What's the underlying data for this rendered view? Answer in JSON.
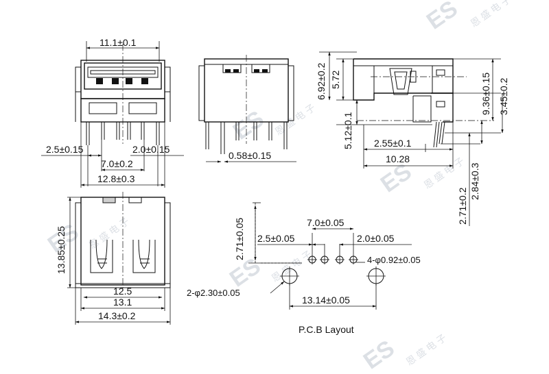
{
  "watermark": {
    "brand": "ES",
    "chinese": "恩 盛 电 子"
  },
  "front_view": {
    "dim_width_top": "11.1±0.1",
    "dim_left_pitch": "2.5±0.15",
    "dim_right_pitch": "2.0±0.15",
    "dim_center_pitch": "7.0±0.2",
    "dim_total_width": "12.8±0.3"
  },
  "rear_view": {
    "dim_pin_width": "0.58±0.15"
  },
  "side_view": {
    "dim_total_height": "6.92±0.2",
    "dim_upper_height": "5.72",
    "dim_body_height": "5.12±0.1",
    "dim_step_a": "2.55±0.1",
    "dim_length": "10.28",
    "dim_right_height": "9.36±0.15",
    "dim_right_upper": "3.45±0.2",
    "dim_right_pin": "2.84±0.3",
    "dim_right_lower": "2.71±0.2"
  },
  "top_view": {
    "dim_length": "13.85±0.25",
    "dim_inner_width": "12.5",
    "dim_mid_width": "13.1",
    "dim_total_width": "14.3±0.2"
  },
  "pcb_layout": {
    "title": "P.C.B Layout",
    "dim_vertical": "2.71±0.05",
    "dim_center_pitch": "7.0±0.05",
    "dim_left_pitch": "2.5±0.05",
    "dim_right_pitch": "2.0±0.05",
    "dim_small_holes": "4-φ0.92±0.05",
    "dim_large_holes": "2-φ2.30±0.05",
    "dim_large_spacing": "13.14±0.05"
  }
}
